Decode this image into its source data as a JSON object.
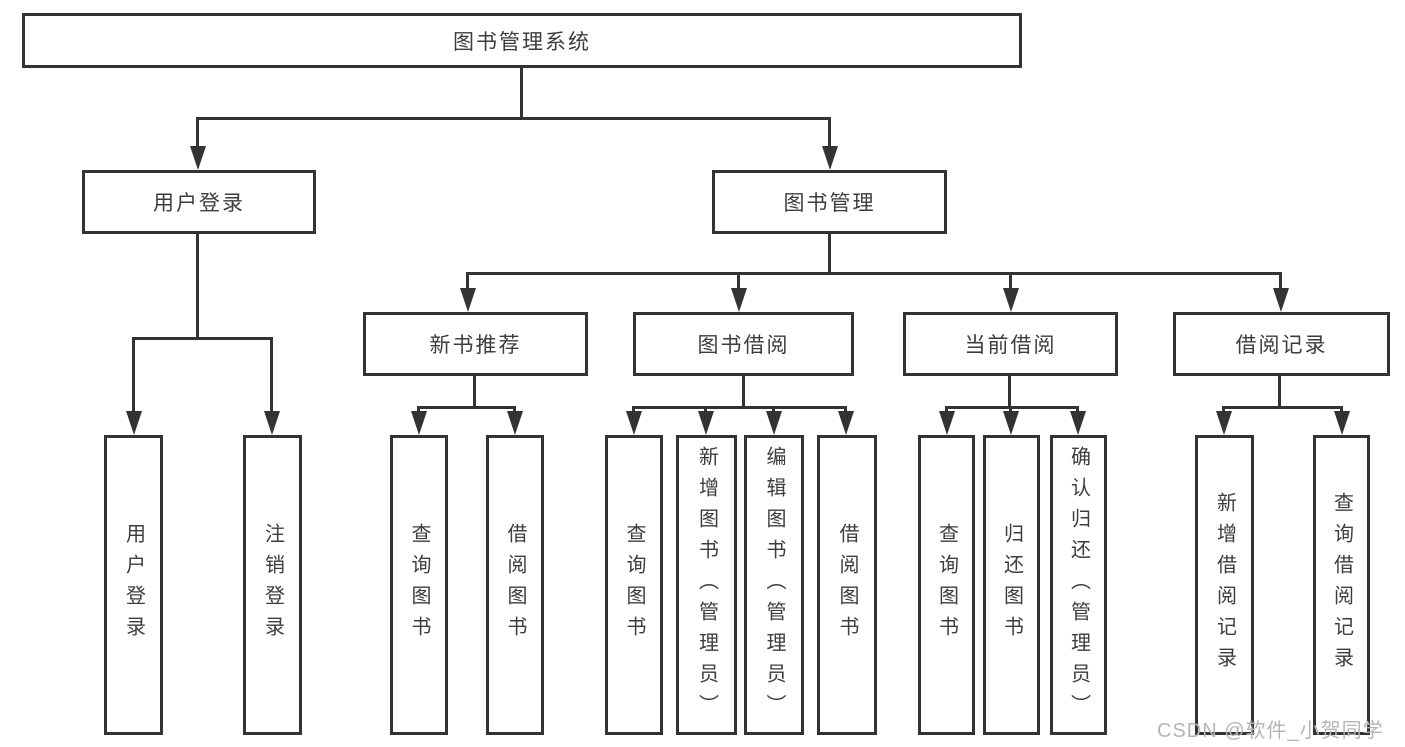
{
  "diagram": {
    "title": "图书管理系统",
    "watermark": "CSDN @软件_小贺同学",
    "colors": {
      "line": "#333333",
      "box_border": "#333333",
      "box_background": "#ffffff",
      "text": "#3d3d3d",
      "watermark_text": "#b5b5b5"
    },
    "nodes": {
      "root": {
        "label": "图书管理系统"
      },
      "level2": [
        {
          "label": "用户登录"
        },
        {
          "label": "图书管理"
        }
      ],
      "level3": [
        {
          "label": "新书推荐"
        },
        {
          "label": "图书借阅"
        },
        {
          "label": "当前借阅"
        },
        {
          "label": "借阅记录"
        }
      ],
      "leaves": [
        {
          "label": "用户登录",
          "parent": "用户登录"
        },
        {
          "label": "注销登录",
          "parent": "用户登录"
        },
        {
          "label": "查询图书",
          "parent": "新书推荐"
        },
        {
          "label": "借阅图书",
          "parent": "新书推荐"
        },
        {
          "label": "查询图书",
          "parent": "图书借阅"
        },
        {
          "label": "新增图书（管理员）",
          "parent": "图书借阅"
        },
        {
          "label": "编辑图书（管理员）",
          "parent": "图书借阅"
        },
        {
          "label": "借阅图书",
          "parent": "图书借阅"
        },
        {
          "label": "查询图书",
          "parent": "当前借阅"
        },
        {
          "label": "归还图书",
          "parent": "当前借阅"
        },
        {
          "label": "确认归还（管理员）",
          "parent": "当前借阅"
        },
        {
          "label": "新增借阅记录",
          "parent": "借阅记录"
        },
        {
          "label": "查询借阅记录",
          "parent": "借阅记录"
        }
      ]
    }
  }
}
